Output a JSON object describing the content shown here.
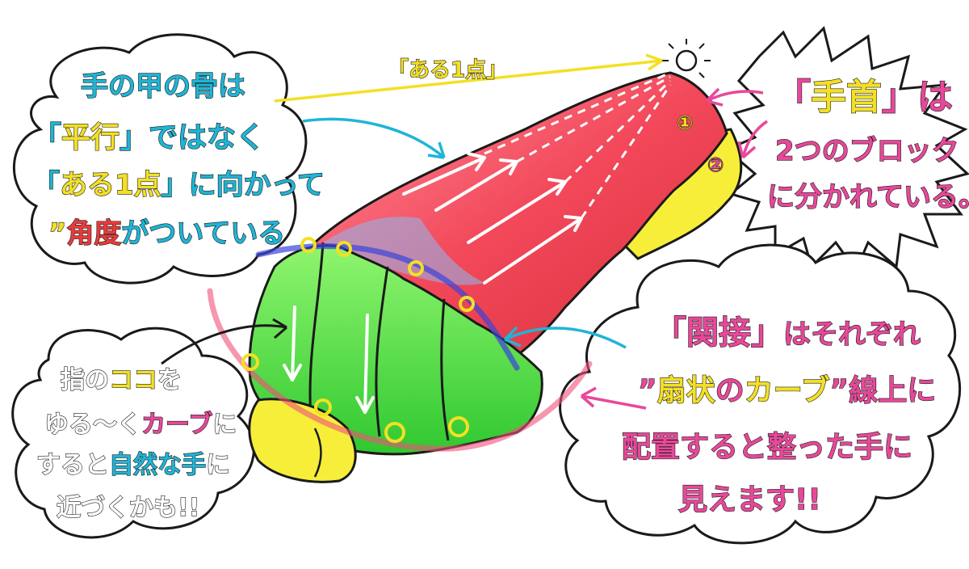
{
  "top_label": "「ある1点」",
  "left_bubble": {
    "line1": "手の甲の骨は",
    "line2_a": "「",
    "line2_b": "平行",
    "line2_c": "」ではなく",
    "line3_a": "「",
    "line3_b": "ある1点",
    "line3_c": "」に向かって",
    "line4_a": "”",
    "line4_b": "角度",
    "line4_c": "がついている"
  },
  "right_top_bubble": {
    "line1_a": "「",
    "line1_b": "手首",
    "line1_c": "」は",
    "line2": "2つのブロック",
    "line3": "に分かれている。"
  },
  "wrist_markers": [
    "①",
    "②"
  ],
  "bottom_left_bubble": {
    "line1_a": "指の",
    "line1_b": "ココ",
    "line1_c": "を",
    "line2_a": "ゆる〜く",
    "line2_b": "カーブ",
    "line2_c": "に",
    "line3_a": "すると",
    "line3_b": "自然な手",
    "line3_c": "に",
    "line4": "近づくかも!!"
  },
  "right_bubble": {
    "line1_a": "「関接」",
    "line1_b": "はそれぞれ",
    "line2_a": "”",
    "line2_b": "扇状",
    "line2_c": "の",
    "line2_d": "カーブ",
    "line2_e": "”線上に",
    "line3": "配置すると整った手に",
    "line4": "見えます!!"
  },
  "colors": {
    "cyan": "#1fb5d6",
    "yellow": "#f3e024",
    "pink": "#e8489a",
    "red": "#e83a3a",
    "green": "#2ec93a",
    "hand_red": "#f04a55",
    "hand_green": "#55e24a",
    "blue_arc": "#3a45d8"
  }
}
